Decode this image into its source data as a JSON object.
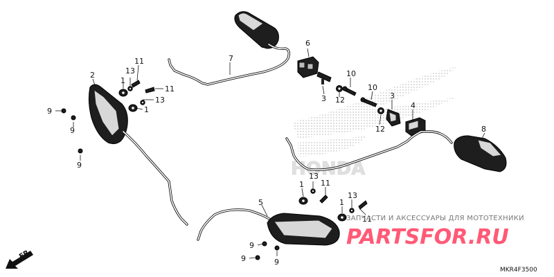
{
  "callouts": {
    "c1a": "1",
    "c1b": "1",
    "c1c": "1",
    "c1d": "1",
    "c2": "2",
    "c3a": "3",
    "c3b": "3",
    "c4": "4",
    "c5": "5",
    "c6": "6",
    "c7": "7",
    "c8": "8",
    "c9a": "9",
    "c9b": "9",
    "c9c": "9",
    "c9d": "9",
    "c9e": "9",
    "c9f": "9",
    "c10a": "10",
    "c10b": "10",
    "c11a": "11",
    "c11b": "11",
    "c11c": "11",
    "c11d": "11",
    "c12a": "12",
    "c12b": "12",
    "c13a": "13",
    "c13b": "13",
    "c13c": "13",
    "c13d": "13"
  },
  "front_arrow_label": "FR.",
  "diagram_code": "MKR4F3500",
  "watermark": {
    "caption": "ЗАПЧАСТИ И АКСЕССУАРЫ ДЛЯ МОТОТЕХНИКИ",
    "logo": "PARTSFOR.RU",
    "brand": "HONDA"
  },
  "colors": {
    "watermark_logo": "#ff5a76",
    "lines": "#111111"
  }
}
